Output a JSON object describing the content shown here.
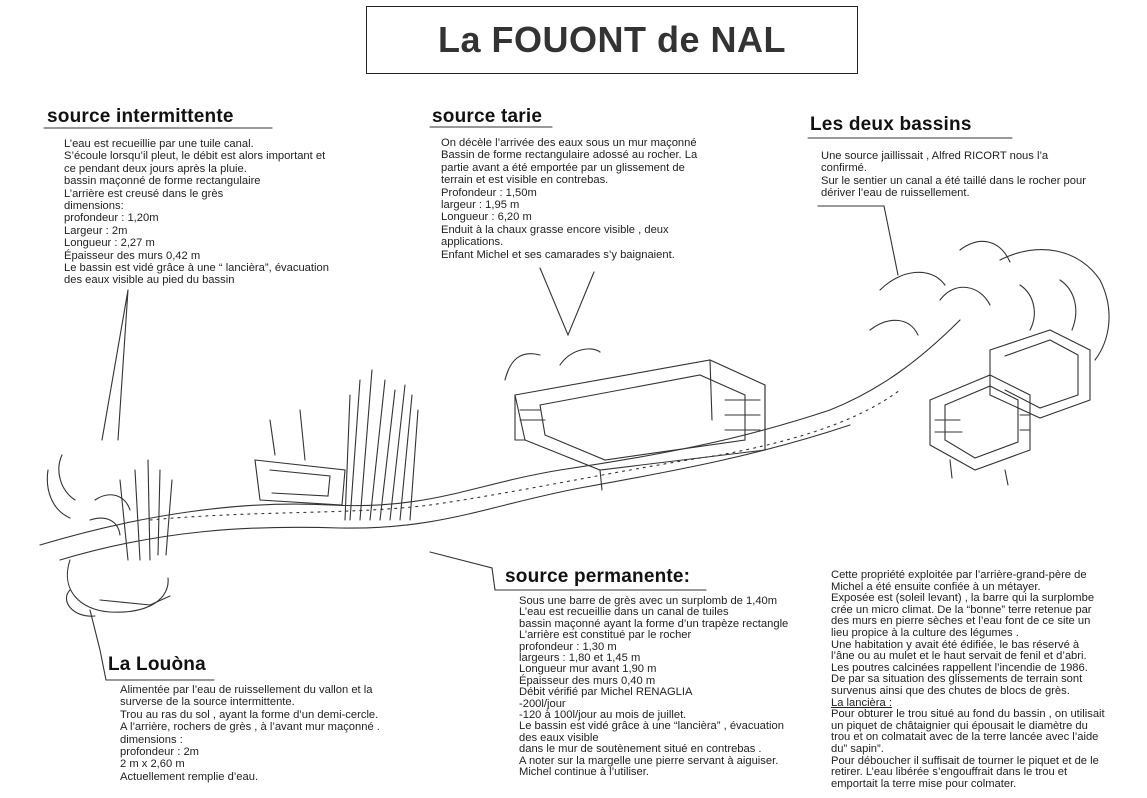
{
  "title": "La FOUONT de NAL",
  "sections": {
    "intermittente": {
      "heading": "source  intermittente",
      "lines": [
        "L’eau est recueillie par une tuile canal.",
        "S’écoule lorsqu’il pleut, le débit est alors important et",
        "ce pendant deux jours après la pluie.",
        "bassin maçonné de forme rectangulaire",
        "L’arrière est  creusé dans le grès",
        "dimensions:",
        "profondeur : 1,20m",
        "Largeur : 2m",
        "Longueur :  2,27 m",
        "Épaisseur des murs 0,42 m",
        "Le bassin est vidé grâce à une “ lancièra”, évacuation",
        "des eaux visible au pied du bassin"
      ]
    },
    "tarie": {
      "heading": "source tarie",
      "lines": [
        "On décèle l’arrivée des eaux sous un mur maçonné",
        "Bassin de forme rectangulaire adossé au rocher. La",
        "partie avant a été emportée par un glissement de",
        "terrain et est visible en contrebas.",
        "Profondeur : 1,50m",
        "largeur : 1,95 m",
        "Longueur : 6,20 m",
        "Enduit à la chaux grasse encore visible , deux",
        "applications.",
        "Enfant Michel  et ses camarades s’y baignaient."
      ]
    },
    "bassins": {
      "heading": "Les deux bassins",
      "lines": [
        "Une source jaillissait , Alfred RICORT nous l’a",
        "confirmé.",
        "Sur le sentier un canal a été taillé dans le rocher pour",
        "dériver l’eau de ruissellement."
      ]
    },
    "permanente": {
      "heading": "source permanente:",
      "lines": [
        "Sous une barre de grès avec un surplomb de 1,40m",
        "L’eau est recueillie dans un canal de tuiles",
        "bassin maçonné ayant la forme d’un trapèze rectangle",
        "L’arrière est constitué  par le rocher",
        "profondeur : 1,30 m",
        "largeurs : 1,80 et 1,45 m",
        "Longueur mur avant 1,90 m",
        "Épaisseur des murs 0,40 m",
        "Débit vérifié par Michel RENAGLIA",
        "-200l/jour",
        "-120 à 100l/jour au mois de juillet.",
        "Le bassin est vidé grâce à une “lancièra” , évacuation",
        "des eaux visible",
        "dans le mur de soutènement situé en contrebas .",
        "A noter sur la  margelle  une pierre  servant à aiguiser.",
        "Michel continue à   l’utiliser."
      ]
    },
    "louona": {
      "heading": "La Louòna",
      "lines": [
        "Alimentée par l’eau de ruissellement du vallon et la",
        "surverse de la source intermittente.",
        "Trou au ras du sol , ayant la forme d’un demi-cercle.",
        "A l’arrière, rochers de grès , à l’avant mur maçonné .",
        "dimensions  :",
        "profondeur : 2m",
        "2 m  x 2,60 m",
        "Actuellement remplie d’eau."
      ]
    },
    "propriete": {
      "lines": [
        "Cette propriété exploitée par l’arrière-grand-père de",
        "Michel  a été ensuite confiée à un métayer.",
        "Exposée est (soleil levant) , la barre qui la surplombe",
        "crée un micro climat.  De la “bonne” terre  retenue par",
        "des murs en pierre sèches  et l’eau  font de ce site un",
        "lieu propice  à la culture des légumes .",
        "Une habitation y avait été édifiée, le bas réservé à",
        "l’âne ou au mulet et le haut servait de fenil et d’abri.",
        "Les poutres calcinées rappellent l’incendie de 1986.",
        "De par sa situation des glissements de terrain sont",
        "survenus ainsi que des chutes de blocs de grès.",
        "La lancièra  :",
        "Pour obturer le trou situé au fond du bassin , on utilisait",
        "un piquet de châtaignier qui épousait le diamètre du",
        "trou et on colmatait avec de la terre lancée avec l’aide",
        "du” sapin”.",
        "Pour déboucher il suffisait de tourner le piquet et de le",
        "retirer. L’eau  libérée s’engouffrait dans le trou et",
        "emportait la terre mise pour colmater."
      ]
    }
  }
}
